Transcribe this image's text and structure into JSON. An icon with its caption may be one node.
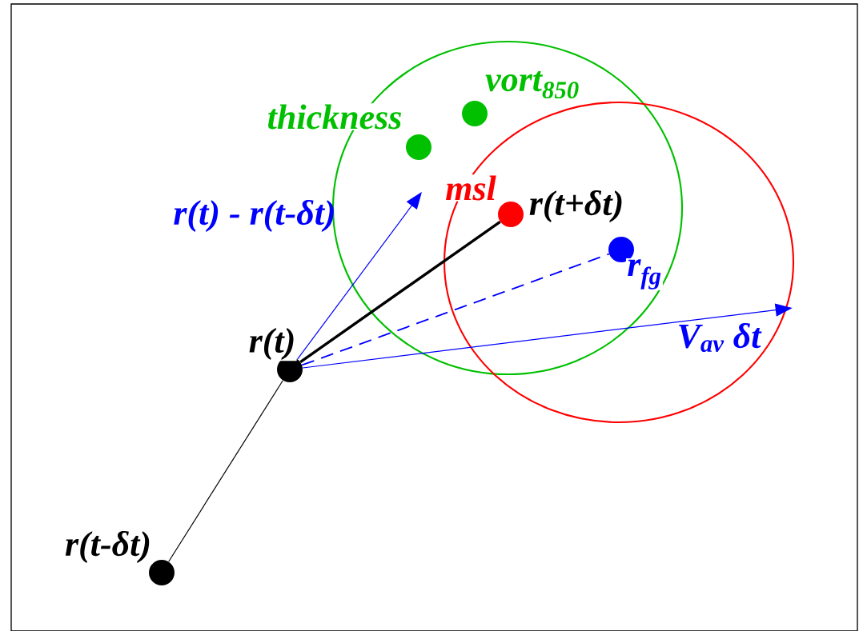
{
  "diagram": {
    "nodes": [
      {
        "text": [
          "r(t-δt)"
        ]
      },
      {
        "text": [
          "r(t)"
        ]
      },
      {
        "text": [
          "r(t+δt)"
        ]
      },
      {
        "text": [
          "r$_{fg}$"
        ]
      },
      {
        "text": [
          "thickness"
        ]
      },
      {
        "text": [
          "vort$_{850}$"
        ]
      }
    ],
    "edges": [
      {
        "from": 0,
        "to": 1,
        "arrow": "none",
        "color": "#000000"
      },
      {
        "from": 1,
        "to": 2,
        "arrow": "none",
        "style": "thick",
        "color": "#000000"
      },
      {
        "from": 1,
        "to": 3,
        "arrow": "none",
        "style": "dashed"
      },
      {
        "from": 1,
        "to": null,
        "arrow": "to",
        "label": "r(t) - r(t-δt)"
      },
      {
        "from": 1,
        "to": null,
        "arrow": "to",
        "label": "V$_{av}$ δt"
      }
    ],
    "labels": [
      "msl"
    ]
  }
}
